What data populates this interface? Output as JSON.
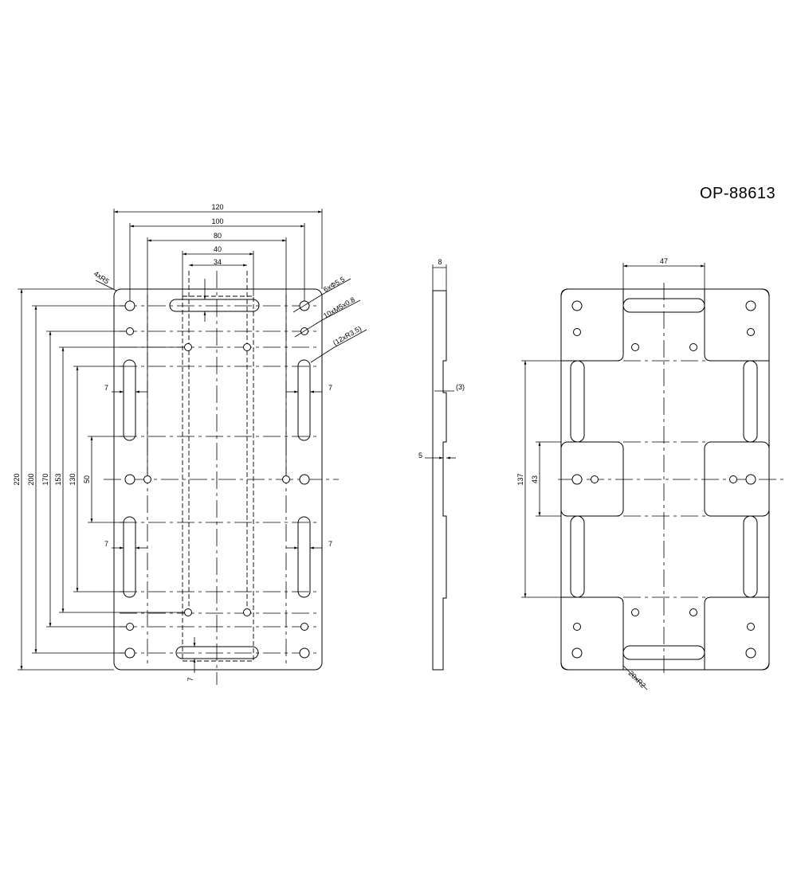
{
  "part_number": "OP-88613",
  "front_view": {
    "dims_horizontal": [
      "120",
      "100",
      "80",
      "40",
      "34"
    ],
    "dims_vertical": [
      "220",
      "200",
      "170",
      "153",
      "130",
      "50"
    ],
    "slot_width_dims": [
      "7",
      "7",
      "7",
      "7",
      "7"
    ],
    "notes": {
      "corner_radius": "4xR5",
      "through_holes": "6xΦ5.5",
      "tapped_holes": "10xM5x0.8",
      "slot_radius": "(12xR3.5)"
    }
  },
  "side_view": {
    "thickness": "8",
    "recess_depth": "(3)",
    "step": "5"
  },
  "back_view": {
    "width_dim": "47",
    "height_dim": "137",
    "pad_dim": "43",
    "fillet_note": "20xR2"
  }
}
